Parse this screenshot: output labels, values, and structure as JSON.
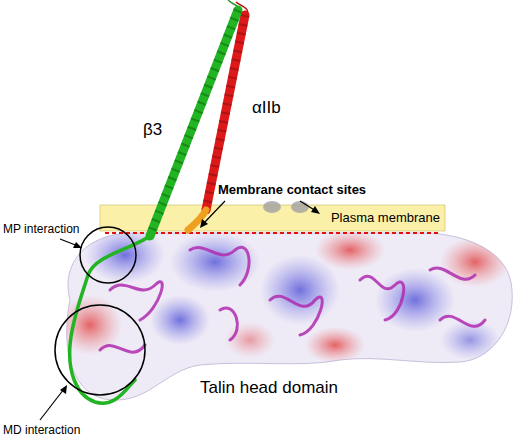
{
  "diagram": {
    "nodes": [
      {
        "text": [
          "Plasma membrane"
        ]
      }
    ],
    "labels": [
      "β3",
      "αIIb",
      "Membrane contact sites",
      "MP interaction",
      "MD interaction",
      "Talin head domain"
    ]
  }
}
